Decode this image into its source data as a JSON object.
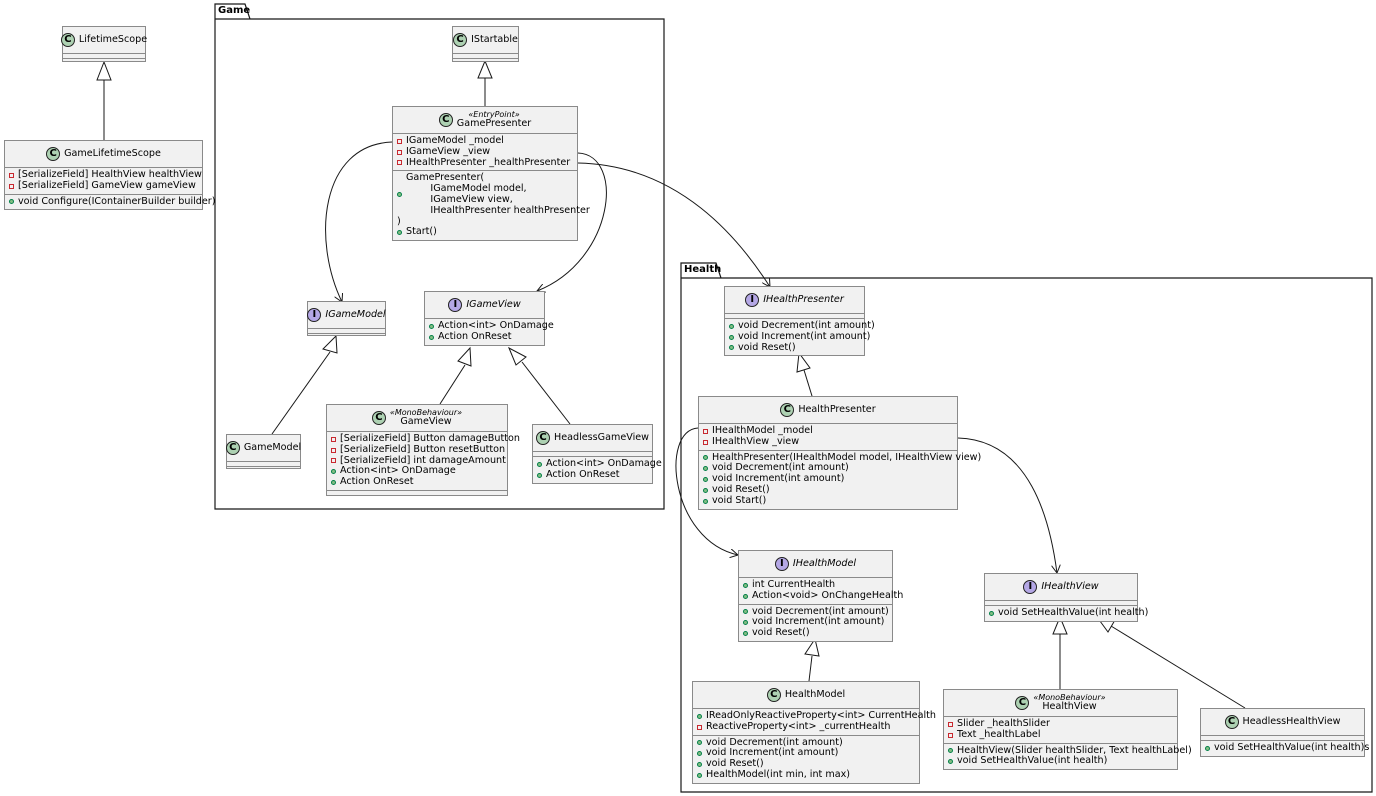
{
  "packages": {
    "game": {
      "label": "Game"
    },
    "health": {
      "label": "Health"
    }
  },
  "classes": {
    "lifetime_scope": {
      "name": "LifetimeScope",
      "kind": "C"
    },
    "game_lifetime_scope": {
      "name": "GameLifetimeScope",
      "kind": "C",
      "fields": [
        "[SerializeField] HealthView healthView",
        "[SerializeField] GameView gameView"
      ],
      "methods": [
        "void Configure(IContainerBuilder builder)"
      ]
    },
    "istartable": {
      "name": "IStartable",
      "kind": "C"
    },
    "game_presenter": {
      "name": "GamePresenter",
      "kind": "C",
      "stereotype": "«EntryPoint»",
      "fields": [
        "IGameModel _model",
        "IGameView _view",
        "IHealthPresenter _healthPresenter"
      ],
      "ctor_lines": [
        "GamePresenter(",
        "        IGameModel model,",
        "        IGameView view,",
        "        IHealthPresenter healthPresenter",
        ")"
      ],
      "methods": [
        "Start()"
      ]
    },
    "igame_model": {
      "name": "IGameModel",
      "kind": "I"
    },
    "igame_view": {
      "name": "IGameView",
      "kind": "I",
      "members": [
        "Action<int> OnDamage",
        "Action OnReset"
      ]
    },
    "game_model": {
      "name": "GameModel",
      "kind": "C"
    },
    "game_view": {
      "name": "GameView",
      "kind": "C",
      "stereotype": "«MonoBehaviour»",
      "fields": [
        "[SerializeField] Button damageButton",
        "[SerializeField] Button resetButton",
        "[SerializeField] int damageAmount"
      ],
      "members": [
        "Action<int> OnDamage",
        "Action OnReset"
      ]
    },
    "headless_game_view": {
      "name": "HeadlessGameView",
      "kind": "C",
      "members": [
        "Action<int> OnDamage",
        "Action OnReset"
      ]
    },
    "ihealth_presenter": {
      "name": "IHealthPresenter",
      "kind": "I",
      "methods": [
        "void Decrement(int amount)",
        "void Increment(int amount)",
        "void Reset()"
      ]
    },
    "health_presenter": {
      "name": "HealthPresenter",
      "kind": "C",
      "fields": [
        "IHealthModel _model",
        "IHealthView _view"
      ],
      "methods": [
        "HealthPresenter(IHealthModel model, IHealthView view)",
        "void Decrement(int amount)",
        "void Increment(int amount)",
        "void Reset()",
        "void Start()"
      ]
    },
    "ihealth_model": {
      "name": "IHealthModel",
      "kind": "I",
      "members": [
        "int CurrentHealth",
        "Action<void> OnChangeHealth"
      ],
      "methods": [
        "void Decrement(int amount)",
        "void Increment(int amount)",
        "void Reset()"
      ]
    },
    "ihealth_view": {
      "name": "IHealthView",
      "kind": "I",
      "methods": [
        "void SetHealthValue(int health)"
      ]
    },
    "health_model": {
      "name": "HealthModel",
      "kind": "C",
      "pub_fields": [
        "IReadOnlyReactiveProperty<int> CurrentHealth"
      ],
      "fields": [
        "ReactiveProperty<int> _currentHealth"
      ],
      "methods": [
        "void Decrement(int amount)",
        "void Increment(int amount)",
        "void Reset()",
        "HealthModel(int min, int max)"
      ]
    },
    "health_view": {
      "name": "HealthView",
      "kind": "C",
      "stereotype": "«MonoBehaviour»",
      "fields": [
        "Slider _healthSlider",
        "Text _healthLabel"
      ],
      "methods": [
        "HealthView(Slider healthSlider, Text healthLabel)",
        "void SetHealthValue(int health)"
      ]
    },
    "headless_health_view": {
      "name": "HeadlessHealthView",
      "kind": "C",
      "methods": [
        "void SetHealthValue(int health)s"
      ]
    }
  }
}
